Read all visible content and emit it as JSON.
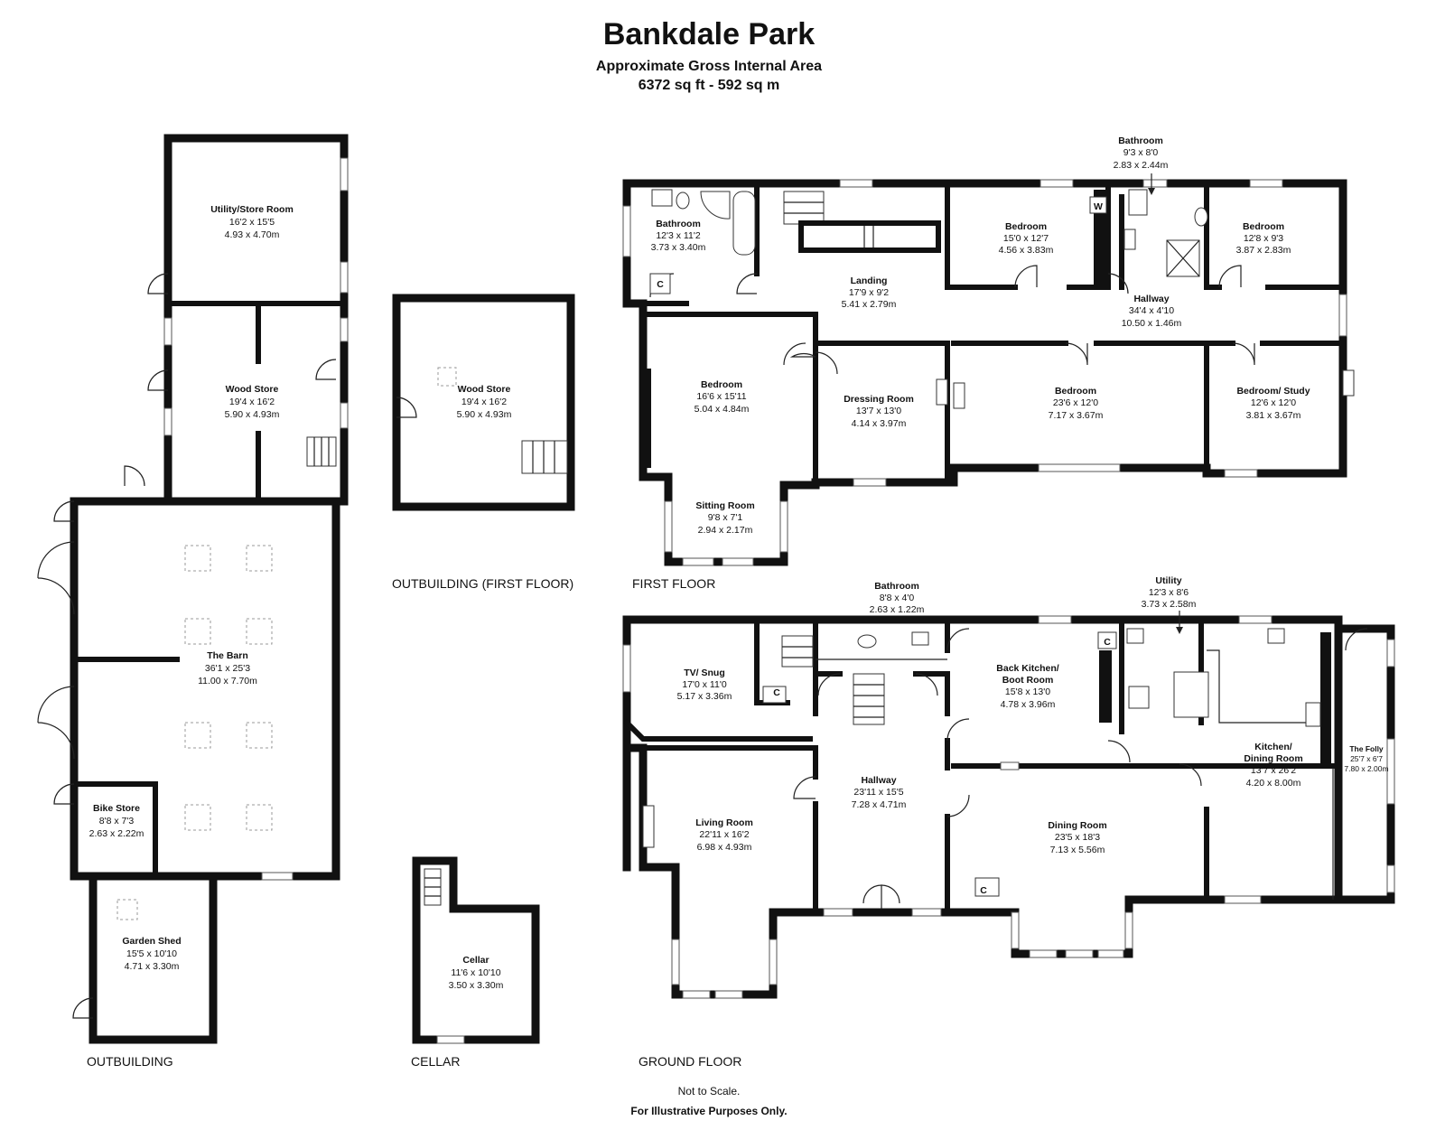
{
  "header": {
    "title": "Bankdale Park",
    "subtitle": "Approximate Gross Internal Area",
    "area": "6372 sq ft - 592 sq m"
  },
  "floors": {
    "outbuilding": "OUTBUILDING",
    "outbuilding_first": "OUTBUILDING (FIRST FLOOR)",
    "cellar": "CELLAR",
    "first": "FIRST FLOOR",
    "ground": "GROUND FLOOR"
  },
  "rooms": {
    "utility_store": [
      "Utility/Store Room",
      "16'2 x 15'5",
      "4.93 x 4.70m"
    ],
    "wood_store": [
      "Wood Store",
      "19'4 x 16'2",
      "5.90 x 4.93m"
    ],
    "barn": [
      "The Barn",
      "36'1 x 25'3",
      "11.00 x 7.70m"
    ],
    "bike_store": [
      "Bike Store",
      "8'8 x 7'3",
      "2.63 x 2.22m"
    ],
    "garden_shed": [
      "Garden Shed",
      "15'5 x 10'10",
      "4.71 x 3.30m"
    ],
    "wood_store_first": [
      "Wood Store",
      "19'4 x 16'2",
      "5.90 x 4.93m"
    ],
    "cellar": [
      "Cellar",
      "11'6 x 10'10",
      "3.50 x 3.30m"
    ],
    "ff_bathroom_left": [
      "Bathroom",
      "12'3 x 11'2",
      "3.73 x 3.40m"
    ],
    "ff_landing": [
      "Landing",
      "17'9 x 9'2",
      "5.41 x 2.79m"
    ],
    "ff_bedroom_1": [
      "Bedroom",
      "15'0 x 12'7",
      "4.56 x 3.83m"
    ],
    "ff_bathroom_top": [
      "Bathroom",
      "9'3 x 8'0",
      "2.83 x 2.44m"
    ],
    "ff_bedroom_2": [
      "Bedroom",
      "12'8 x 9'3",
      "3.87 x 2.83m"
    ],
    "ff_hallway": [
      "Hallway",
      "34'4 x 4'10",
      "10.50 x 1.46m"
    ],
    "ff_bedroom_3": [
      "Bedroom",
      "16'6 x 15'11",
      "5.04 x 4.84m"
    ],
    "ff_dressing": [
      "Dressing Room",
      "13'7 x 13'0",
      "4.14 x 3.97m"
    ],
    "ff_bedroom_4": [
      "Bedroom",
      "23'6 x 12'0",
      "7.17 x 3.67m"
    ],
    "ff_bedroom_study": [
      "Bedroom/ Study",
      "12'6 x 12'0",
      "3.81 x 3.67m"
    ],
    "ff_sitting": [
      "Sitting Room",
      "9'8 x 7'1",
      "2.94 x 2.17m"
    ],
    "gf_bathroom": [
      "Bathroom",
      "8'8 x 4'0",
      "2.63 x 1.22m"
    ],
    "gf_utility": [
      "Utility",
      "12'3 x 8'6",
      "3.73 x 2.58m"
    ],
    "gf_tv_snug": [
      "TV/ Snug",
      "17'0 x 11'0",
      "5.17 x 3.36m"
    ],
    "gf_back_kitchen": [
      "Back Kitchen/",
      "Boot Room",
      "15'8 x 13'0",
      "4.78 x 3.96m"
    ],
    "gf_hallway": [
      "Hallway",
      "23'11 x 15'5",
      "7.28 x 4.71m"
    ],
    "gf_kitchen": [
      "Kitchen/",
      "Dining Room",
      "13'7 x 26'2",
      "4.20 x 8.00m"
    ],
    "gf_folly": [
      "The Folly",
      "25'7 x 6'7",
      "7.80 x 2.00m"
    ],
    "gf_living": [
      "Living Room",
      "22'11 x 16'2",
      "6.98 x 4.93m"
    ],
    "gf_dining": [
      "Dining Room",
      "23'5 x 18'3",
      "7.13 x 5.56m"
    ]
  },
  "markers": {
    "cupboard": "C",
    "wardrobe": "W"
  },
  "footer": {
    "line1": "Not to Scale.",
    "line2": "For Illustrative Purposes Only."
  }
}
